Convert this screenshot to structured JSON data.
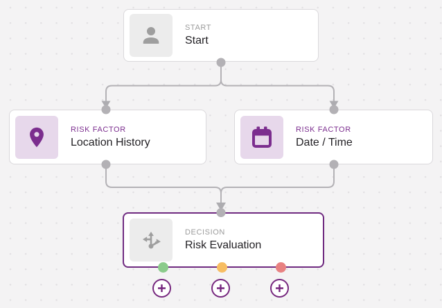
{
  "canvas": {
    "background_color": "#f4f3f4",
    "grid_dot_color": "#e1dfe2"
  },
  "flow": {
    "start": {
      "type_label": "START",
      "title": "Start",
      "icon": "person-icon"
    },
    "location": {
      "type_label": "RISK FACTOR",
      "title": "Location History",
      "icon": "location-pin-icon"
    },
    "datetime": {
      "type_label": "RISK FACTOR",
      "title": "Date / Time",
      "icon": "calendar-icon"
    },
    "decision": {
      "type_label": "DECISION",
      "title": "Risk Evaluation",
      "icon": "split-arrows-icon",
      "selected": true,
      "ports": [
        {
          "name": "green-port",
          "color": "#8bcb8b"
        },
        {
          "name": "orange-port",
          "color": "#f7bd62"
        },
        {
          "name": "red-port",
          "color": "#e88181"
        }
      ]
    }
  },
  "add_buttons": [
    {
      "name": "add-branch-1",
      "icon": "plus-icon"
    },
    {
      "name": "add-branch-2",
      "icon": "plus-icon"
    },
    {
      "name": "add-branch-3",
      "icon": "plus-icon"
    }
  ],
  "colors": {
    "accent_purple": "#7b2d8e",
    "selection_border_purple": "#6f2a80",
    "add_button_purple": "#76277e",
    "connector_gray": "#b3b1b5",
    "node_border_gray": "#dad8db",
    "label_gray": "#9b9b9b",
    "title_text": "#211f23",
    "tile_gray": "#ececec",
    "tile_purple": "#e7d8eb"
  }
}
